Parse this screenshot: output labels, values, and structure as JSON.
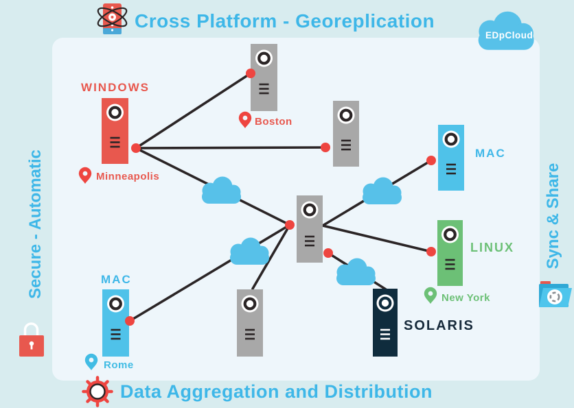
{
  "header": {
    "title": "Cross Platform - Georeplication",
    "cloud_label": "EDpCloud"
  },
  "rails": {
    "left": "Secure - Automatic",
    "right": "Sync & Share"
  },
  "footer": {
    "title": "Data Aggregation and Distribution"
  },
  "nodes": {
    "windows": {
      "os": "WINDOWS",
      "location": "Minneapolis"
    },
    "boston_server": {
      "location": "Boston"
    },
    "mac_east": {
      "os": "MAC"
    },
    "linux": {
      "os": "LINUX",
      "location": "New York"
    },
    "solaris": {
      "os": "SOLARIS"
    },
    "mac_rome": {
      "os": "MAC",
      "location": "Rome"
    }
  },
  "icons": {
    "atom-server-icon": "red server with atom orbits (top title)",
    "gear-wheel-icon": "red gear ring (bottom title)",
    "padlock-icon": "red padlock (left rail)",
    "sync-folder-icon": "blue folder with sync circle (right rail)",
    "cloud-icon": "blue cloud (network relay)",
    "location-pin-icon": "map location pin"
  },
  "colors": {
    "background": "#d8ecef",
    "panel": "#eef6fb",
    "accent_cyan": "#3eb7e8",
    "cloud_blue": "#57c1e9",
    "red": "#e8584e",
    "dot_red": "#ee4540",
    "gray_server": "#a8a8a8",
    "green": "#6cc076",
    "navy": "#0f2c3d",
    "line_black": "#2b2526"
  }
}
